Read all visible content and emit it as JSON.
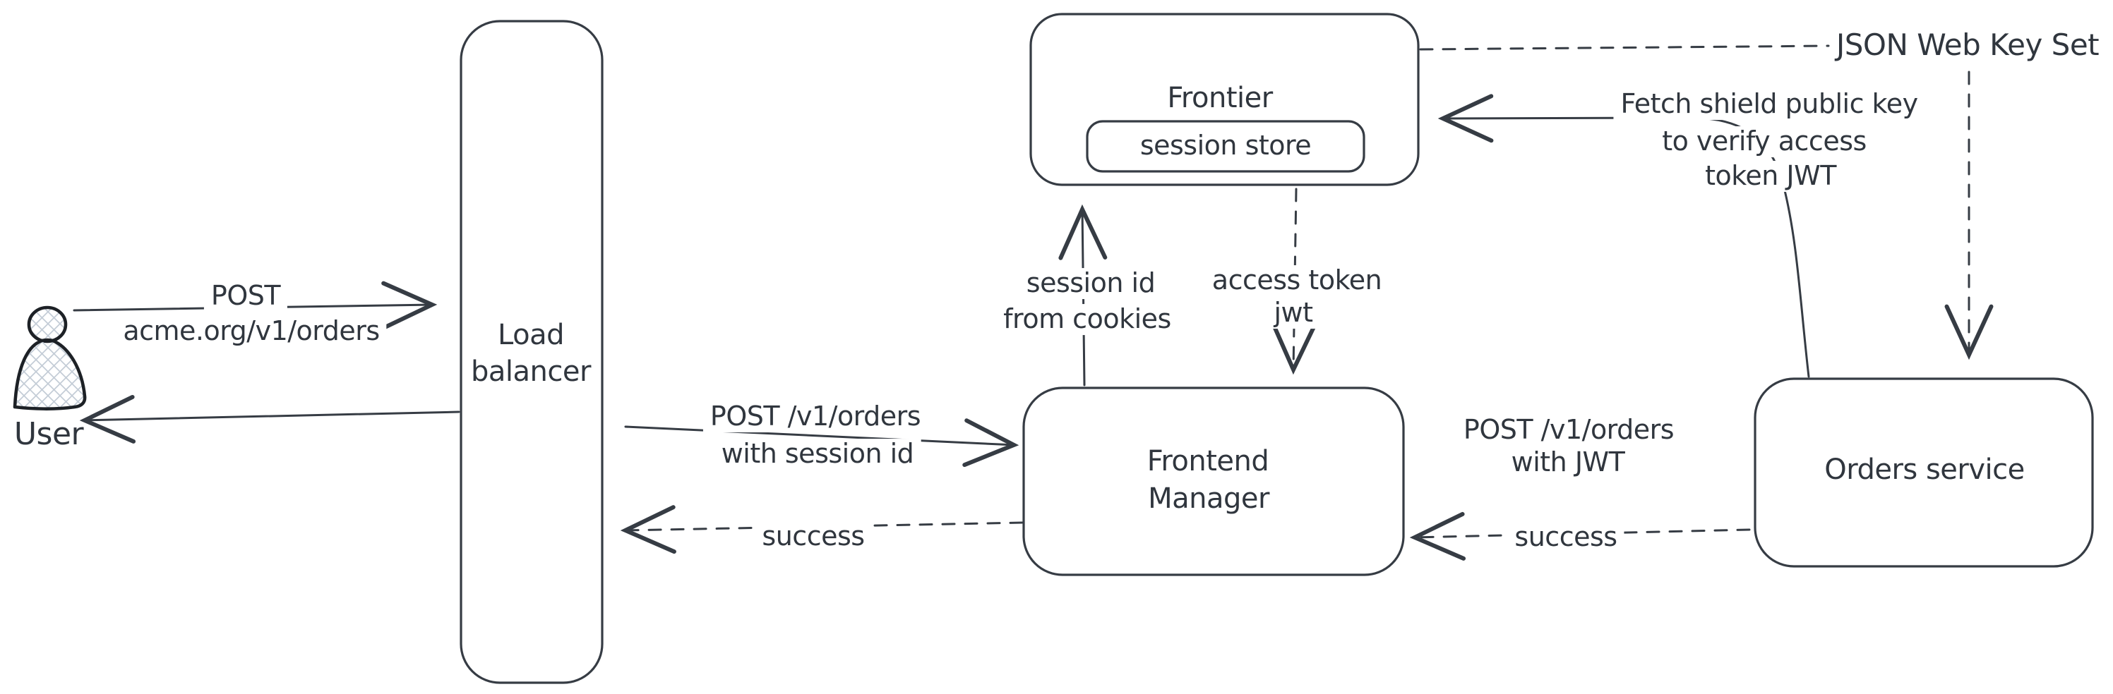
{
  "colors": {
    "ink": "#363c44",
    "text": "#30363e",
    "user_outline": "#1d2126",
    "crosshatch": "#c3ccd6",
    "canvas_background": "#ffffff"
  },
  "user": {
    "label": "User"
  },
  "nodes": {
    "load_balancer": {
      "line1": "Load",
      "line2": "balancer"
    },
    "frontier": {
      "label": "Frontier"
    },
    "session_store": {
      "label": "session store"
    },
    "frontend_manager": {
      "line1": "Frontend",
      "line2": "Manager"
    },
    "orders_service": {
      "label": "Orders service"
    }
  },
  "edges": {
    "user_post": {
      "line1": "POST",
      "line2": "acme.org/v1/orders"
    },
    "post_with_session_id": {
      "line1": "POST /v1/orders",
      "line2": "with session id"
    },
    "session_id_from_cookies": {
      "line1": "session id",
      "line2": "from cookies"
    },
    "access_token_jwt": {
      "line1": "access token",
      "line2": "jwt"
    },
    "post_with_jwt": {
      "line1": "POST /v1/orders",
      "line2": "with JWT"
    },
    "fetch_shield_key": {
      "line1": "Fetch shield public key",
      "line2": "to verify access",
      "line3": "token JWT"
    },
    "jwks": {
      "label": "JSON Web Key Set"
    },
    "success_to_lb": {
      "label": "success"
    },
    "success_to_fm": {
      "label": "success"
    }
  }
}
